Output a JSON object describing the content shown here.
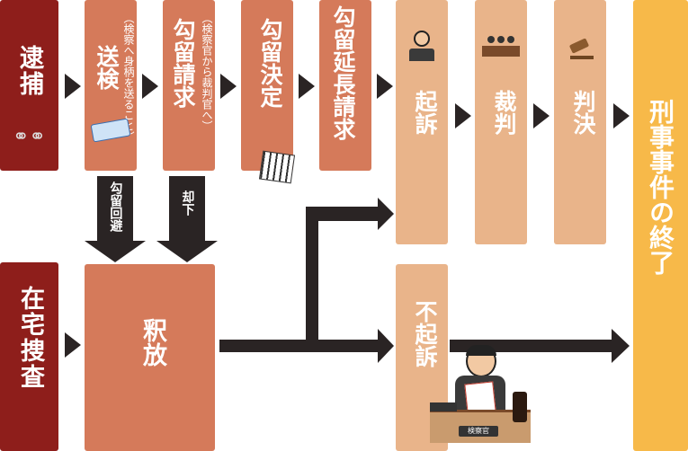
{
  "arrest": {
    "label": "逮捕"
  },
  "send": {
    "label": "送検",
    "note": "（検察へ身柄を送ること）"
  },
  "detention_request": {
    "label": "勾留請求",
    "note": "（検察官から裁判官へ）"
  },
  "detention_decision": {
    "label": "勾留決定"
  },
  "extension_request": {
    "label": "勾留延長請求"
  },
  "indictment": {
    "label": "起訴"
  },
  "trial": {
    "label": "裁判"
  },
  "verdict": {
    "label": "判決"
  },
  "end": {
    "label": "刑事事件の終了"
  },
  "home": {
    "label": "在宅捜査"
  },
  "release": {
    "label": "釈放"
  },
  "non_indictment": {
    "label": "不起訴"
  },
  "avoid": {
    "label": "勾留回避"
  },
  "dismiss": {
    "label": "却下"
  },
  "prosecutor_badge": {
    "label": "検察官"
  },
  "colors": {
    "dark_red": "#8e1e1b",
    "brown": "#d57a5a",
    "light": "#e9b48a",
    "gold": "#f7b949",
    "arrow": "#2a2424"
  }
}
